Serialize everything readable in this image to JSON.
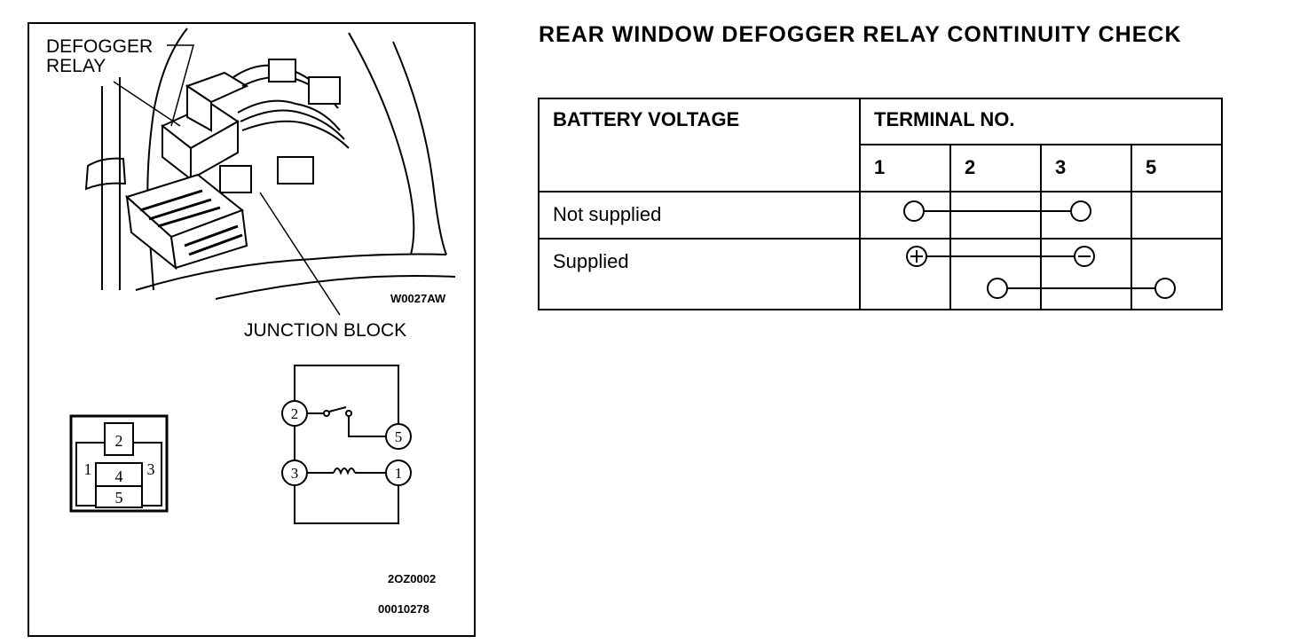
{
  "illustration": {
    "relay_label_line1": "DEFOGGER",
    "relay_label_line2": "RELAY",
    "junction_label": "JUNCTION BLOCK",
    "photo_code": "W0027AW",
    "code_1": "2OZ0002",
    "code_2": "00010278",
    "connector_pins": [
      "2",
      "1",
      "4",
      "3",
      "5"
    ],
    "schematic_terminals": [
      "2",
      "5",
      "3",
      "1"
    ]
  },
  "title": "REAR WINDOW DEFOGGER RELAY CONTINUITY CHECK",
  "table": {
    "header_condition": "BATTERY VOLTAGE",
    "header_terminal": "TERMINAL NO.",
    "terminals": [
      "1",
      "2",
      "3",
      "5"
    ],
    "rows": [
      {
        "condition": "Not supplied",
        "continuity": [
          [
            "1",
            "3"
          ]
        ]
      },
      {
        "condition": "Supplied",
        "continuity": [
          [
            "1 (+)",
            "3 (-)"
          ],
          [
            "2",
            "5"
          ]
        ]
      }
    ]
  }
}
